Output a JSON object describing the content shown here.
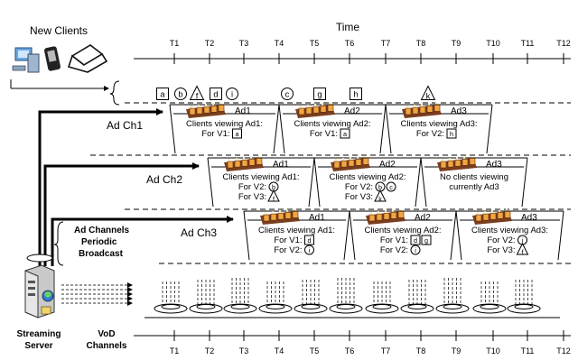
{
  "title": "Time",
  "new_clients_label": "New Clients",
  "ticks": [
    "T1",
    "T2",
    "T3",
    "T4",
    "T5",
    "T6",
    "T7",
    "T8",
    "T9",
    "T10",
    "T11",
    "T12"
  ],
  "ad_channels_label": [
    "Ad Channels",
    "Periodic",
    "Broadcast"
  ],
  "server_label": [
    "Streaming",
    "Server"
  ],
  "vod_label": [
    "VoD",
    "Channels"
  ],
  "arrivals": [
    {
      "id": "a",
      "shape": "square"
    },
    {
      "id": "b",
      "shape": "circle"
    },
    {
      "id": "f",
      "shape": "triangle"
    },
    {
      "id": "d",
      "shape": "square"
    },
    {
      "id": "i",
      "shape": "circle"
    },
    {
      "id": "c",
      "shape": "circle"
    },
    {
      "id": "g",
      "shape": "square"
    },
    {
      "id": "h",
      "shape": "square"
    },
    {
      "id": "k",
      "shape": "triangle"
    }
  ],
  "channels": [
    {
      "name": "Ad Ch1",
      "ads": [
        {
          "name": "Ad1",
          "info": [
            {
              "text": "Clients viewing Ad1:"
            },
            {
              "text": "For V1:",
              "marks": [
                {
                  "id": "a",
                  "shape": "square"
                }
              ]
            }
          ]
        },
        {
          "name": "Ad2",
          "info": [
            {
              "text": "Clients viewing Ad2:"
            },
            {
              "text": "For V1:",
              "marks": [
                {
                  "id": "a",
                  "shape": "square"
                }
              ]
            }
          ]
        },
        {
          "name": "Ad3",
          "info": [
            {
              "text": "Clients viewing Ad3:"
            },
            {
              "text": "For V2:",
              "marks": [
                {
                  "id": "h",
                  "shape": "square"
                }
              ]
            }
          ]
        }
      ]
    },
    {
      "name": "Ad Ch2",
      "ads": [
        {
          "name": "Ad1",
          "info": [
            {
              "text": "Clients viewing Ad1:"
            },
            {
              "text": "For V2:",
              "marks": [
                {
                  "id": "b",
                  "shape": "circle"
                }
              ]
            },
            {
              "text": "For V3:",
              "marks": [
                {
                  "id": "f",
                  "shape": "triangle"
                }
              ]
            }
          ]
        },
        {
          "name": "Ad2",
          "info": [
            {
              "text": "Clients viewing Ad2:"
            },
            {
              "text": "For V2:",
              "marks": [
                {
                  "id": "b",
                  "shape": "circle"
                },
                {
                  "id": "c",
                  "shape": "circle"
                }
              ]
            },
            {
              "text": "For V3:",
              "marks": [
                {
                  "id": "k",
                  "shape": "triangle"
                }
              ]
            }
          ]
        },
        {
          "name": "Ad3",
          "info": [
            {
              "text": "No clients viewing"
            },
            {
              "text": "currently Ad3"
            }
          ]
        }
      ]
    },
    {
      "name": "Ad Ch3",
      "ads": [
        {
          "name": "Ad1",
          "info": [
            {
              "text": "Clients viewing Ad1:"
            },
            {
              "text": "For V1:",
              "marks": [
                {
                  "id": "d",
                  "shape": "square"
                }
              ]
            },
            {
              "text": "For V2:",
              "marks": [
                {
                  "id": "i",
                  "shape": "circle"
                }
              ]
            }
          ]
        },
        {
          "name": "Ad2",
          "info": [
            {
              "text": "Clients viewing Ad2:"
            },
            {
              "text": "For V1:",
              "marks": [
                {
                  "id": "d",
                  "shape": "square"
                },
                {
                  "id": "g",
                  "shape": "square"
                }
              ]
            },
            {
              "text": "For V2:",
              "marks": [
                {
                  "id": "i",
                  "shape": "circle"
                }
              ]
            }
          ]
        },
        {
          "name": "Ad3",
          "info": [
            {
              "text": "Clients viewing Ad3:"
            },
            {
              "text": "For V2:",
              "marks": [
                {
                  "id": "i",
                  "shape": "circle"
                }
              ]
            },
            {
              "text": "For V3:",
              "marks": [
                {
                  "id": "f",
                  "shape": "triangle"
                }
              ]
            }
          ]
        }
      ]
    }
  ]
}
